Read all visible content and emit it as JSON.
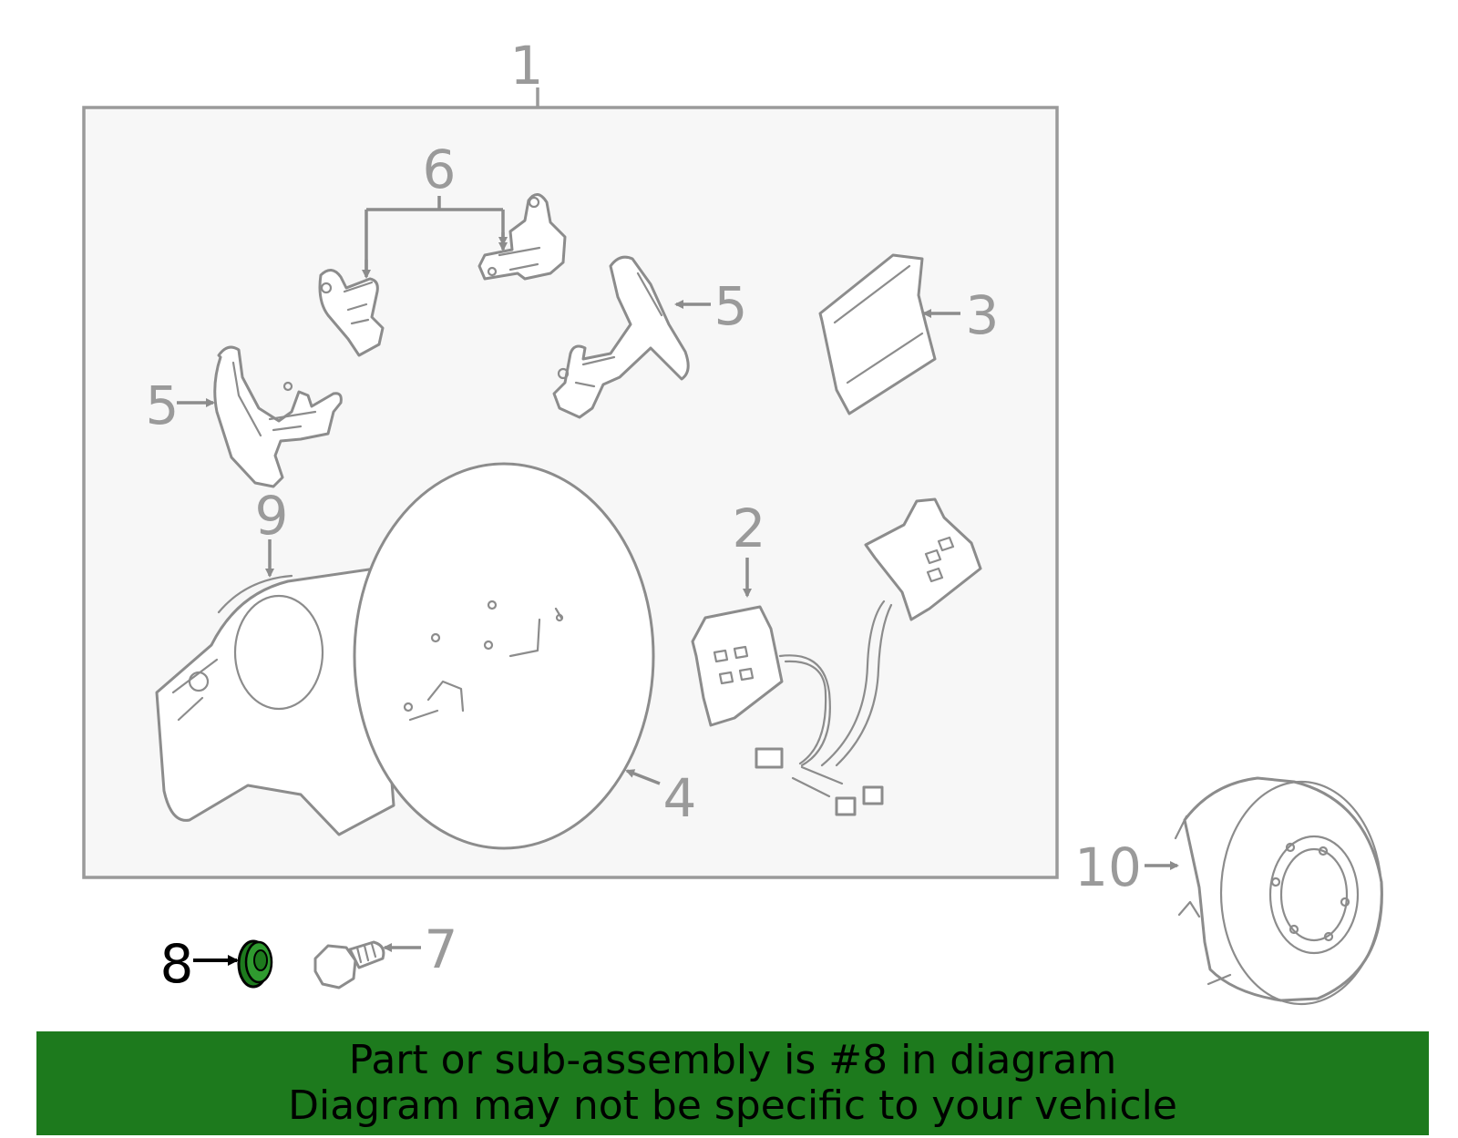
{
  "diagram": {
    "callouts": [
      {
        "id": "1",
        "text": "1"
      },
      {
        "id": "2",
        "text": "2"
      },
      {
        "id": "3",
        "text": "3"
      },
      {
        "id": "4",
        "text": "4"
      },
      {
        "id": "5a",
        "text": "5"
      },
      {
        "id": "5b",
        "text": "5"
      },
      {
        "id": "6",
        "text": "6"
      },
      {
        "id": "7",
        "text": "7"
      },
      {
        "id": "8",
        "text": "8"
      },
      {
        "id": "9",
        "text": "9"
      },
      {
        "id": "10",
        "text": "10"
      }
    ],
    "highlighted_part": "8",
    "highlight_color": "#1d7a1d"
  },
  "banner": {
    "line1": "Part or sub-assembly is #8 in diagram",
    "line2": "Diagram may not be specific to your vehicle",
    "background": "#1d7a1d"
  }
}
